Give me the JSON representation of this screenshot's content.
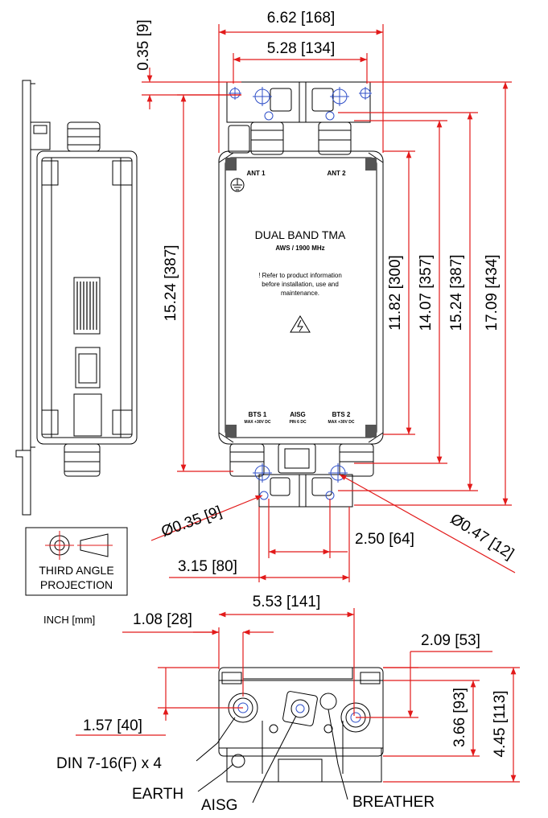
{
  "dims": {
    "overall_width": "6.62 [168]",
    "bracket_width": "5.28 [134]",
    "bracket_offset": "0.35 [9]",
    "left_height": "15.24 [387]",
    "h_300": "11.82 [300]",
    "h_357": "14.07 [357]",
    "h_387": "15.24 [387]",
    "h_434": "17.09 [434]",
    "hole_small": "Ø0.35 [9]",
    "hole_large": "Ø0.47 [12]",
    "bottom_250": "2.50 [64]",
    "bottom_315": "3.15 [80]",
    "bottom_553": "5.53 [141]",
    "bottom_108": "1.08 [28]",
    "bottom_157": "1.57 [40]",
    "bottom_209": "2.09 [53]",
    "bottom_366": "3.66 [93]",
    "bottom_445": "4.45 [113]"
  },
  "unit_label": "INCH [mm]",
  "projection": {
    "line1": "THIRD ANGLE",
    "line2": "PROJECTION"
  },
  "device": {
    "ant1": "ANT 1",
    "ant2": "ANT 2",
    "title": "DUAL BAND TMA",
    "subtitle": "AWS / 1900 MHz",
    "note1": "! Refer to product information",
    "note2": "before installation, use and",
    "note3": "maintenance.",
    "bts1": "BTS 1",
    "bts1_sub": "MAX +30V DC",
    "aisg": "AISG",
    "aisg_sub": "PIN 6 DC",
    "bts2": "BTS 2",
    "bts2_sub": "MAX +30V DC"
  },
  "callouts": {
    "din": "DIN 7-16(F) x 4",
    "earth": "EARTH",
    "aisg": "AISG",
    "breather": "BREATHER"
  }
}
